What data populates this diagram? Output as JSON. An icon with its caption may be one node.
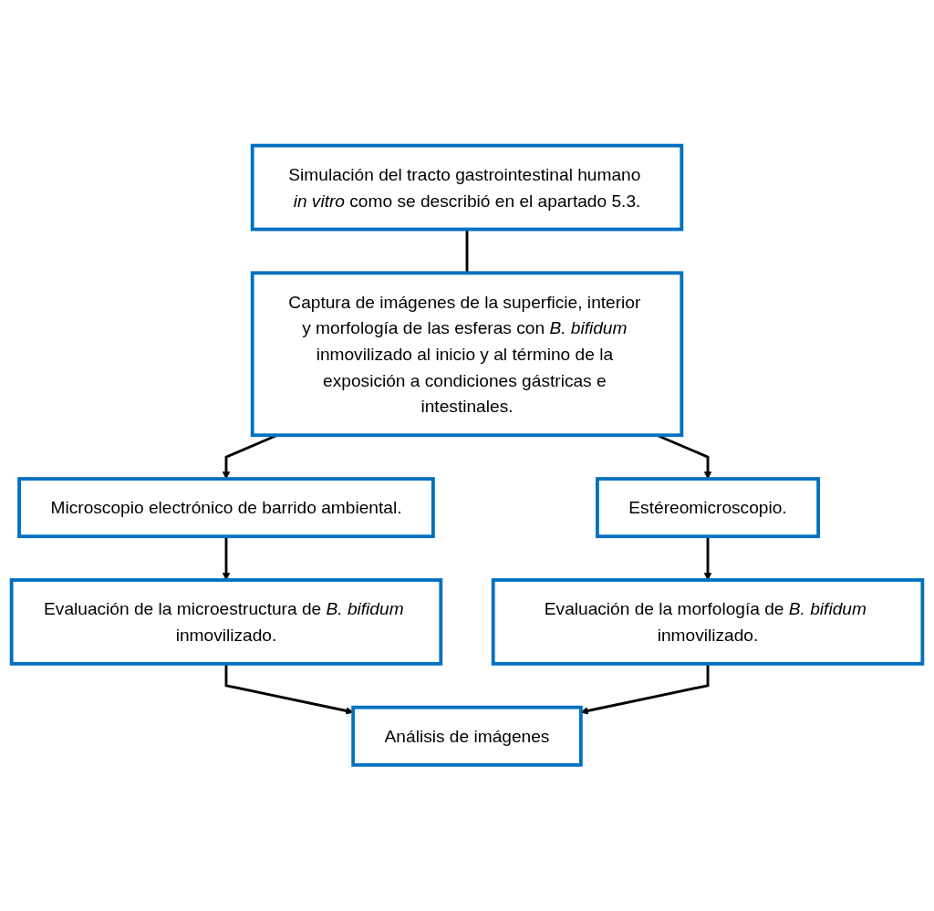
{
  "diagram": {
    "nodes": [
      {
        "text": [
          "Simulación del tracto gastrointestinal humano *in vitro* como se describió en el apartado 5.3."
        ]
      },
      {
        "text": [
          "Captura de imágenes de la superficie, interior y morfología de las esferas con *B. bifidum* inmovilizado al inicio y al término de la exposición a condiciones gástricas e intestinales."
        ]
      },
      {
        "text": [
          "Microscopio electrónico de barrido ambiental."
        ]
      },
      {
        "text": [
          "Estéreomicroscopio."
        ]
      },
      {
        "text": [
          "Evaluación de la microestructura de *B. bifidum* inmovilizado."
        ]
      },
      {
        "text": [
          "Evaluación de la morfología de *B. bifidum* inmovilizado."
        ]
      },
      {
        "text": [
          "Análisis de imágenes"
        ]
      }
    ],
    "edges": [
      {
        "from": 0,
        "to": 1,
        "arrow": "none"
      },
      {
        "from": 1,
        "to": 2,
        "arrow": "to"
      },
      {
        "from": 1,
        "to": 3,
        "arrow": "to"
      },
      {
        "from": 2,
        "to": 4,
        "arrow": "to"
      },
      {
        "from": 3,
        "to": 5,
        "arrow": "to"
      },
      {
        "from": 4,
        "to": 6,
        "arrow": "to"
      },
      {
        "from": 5,
        "to": 6,
        "arrow": "to"
      }
    ]
  }
}
